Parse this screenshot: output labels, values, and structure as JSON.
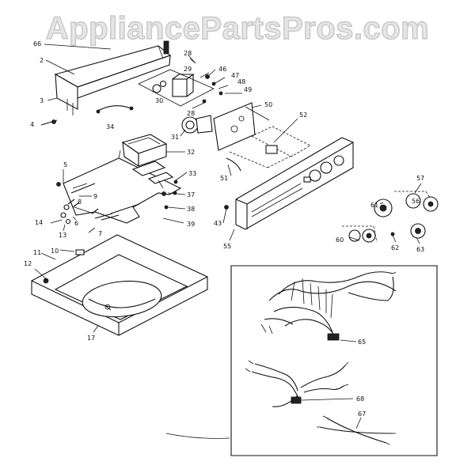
{
  "watermark": "AppliancePartsPros.com",
  "callouts": [
    {
      "id": "c66",
      "label": "66"
    },
    {
      "id": "c2",
      "label": "2"
    },
    {
      "id": "c3",
      "label": "3"
    },
    {
      "id": "c4",
      "label": "4"
    },
    {
      "id": "c34",
      "label": "34"
    },
    {
      "id": "c28a",
      "label": "28"
    },
    {
      "id": "c29",
      "label": "29"
    },
    {
      "id": "c30",
      "label": "30"
    },
    {
      "id": "c46",
      "label": "46"
    },
    {
      "id": "c47",
      "label": "47"
    },
    {
      "id": "c48",
      "label": "48"
    },
    {
      "id": "c49",
      "label": "49"
    },
    {
      "id": "c50",
      "label": "50"
    },
    {
      "id": "c28b",
      "label": "28"
    },
    {
      "id": "c31",
      "label": "31"
    },
    {
      "id": "c52",
      "label": "52"
    },
    {
      "id": "c32",
      "label": "32"
    },
    {
      "id": "c33",
      "label": "33"
    },
    {
      "id": "c37",
      "label": "37"
    },
    {
      "id": "c38",
      "label": "38"
    },
    {
      "id": "c39",
      "label": "39"
    },
    {
      "id": "c5",
      "label": "5"
    },
    {
      "id": "c9",
      "label": "9"
    },
    {
      "id": "c8",
      "label": "8"
    },
    {
      "id": "c6",
      "label": "6"
    },
    {
      "id": "c14",
      "label": "14"
    },
    {
      "id": "c13",
      "label": "13"
    },
    {
      "id": "c7",
      "label": "7"
    },
    {
      "id": "c51",
      "label": "51"
    },
    {
      "id": "c57",
      "label": "57"
    },
    {
      "id": "c56",
      "label": "56"
    },
    {
      "id": "c61",
      "label": "61"
    },
    {
      "id": "c43",
      "label": "43"
    },
    {
      "id": "c55",
      "label": "55"
    },
    {
      "id": "c60",
      "label": "60"
    },
    {
      "id": "c62",
      "label": "62"
    },
    {
      "id": "c63",
      "label": "63"
    },
    {
      "id": "c10",
      "label": "10"
    },
    {
      "id": "c11",
      "label": "11"
    },
    {
      "id": "c12",
      "label": "12"
    },
    {
      "id": "c17",
      "label": "17"
    },
    {
      "id": "c65",
      "label": "65"
    },
    {
      "id": "c68",
      "label": "68"
    },
    {
      "id": "c67",
      "label": "67"
    }
  ]
}
